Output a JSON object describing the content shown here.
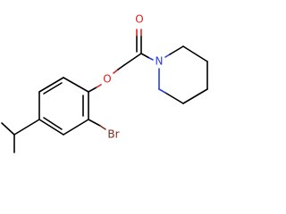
{
  "molecule": {
    "atoms": {
      "oxygen_ether": {
        "label": "O",
        "color": "#e02020"
      },
      "oxygen_carbonyl": {
        "label": "O",
        "color": "#e02020"
      },
      "nitrogen": {
        "label": "N",
        "color": "#2a3fe0"
      },
      "bromine": {
        "label": "Br",
        "color": "#7f2b1e"
      }
    },
    "bond_color": "#000000"
  }
}
